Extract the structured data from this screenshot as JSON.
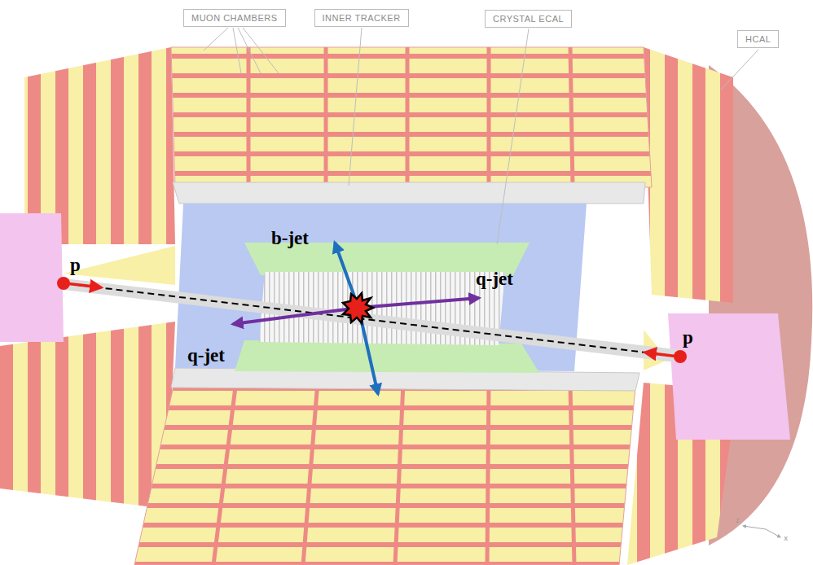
{
  "diagram": {
    "nodes": [
      {
        "text": [
          "MUON CHAMBERS"
        ]
      },
      {
        "text": [
          "INNER TRACKER"
        ]
      },
      {
        "text": [
          "CRYSTAL ECAL"
        ]
      },
      {
        "text": [
          "HCAL"
        ]
      }
    ],
    "labels": [
      "b-jet",
      "p",
      "q-jet",
      "q-jet",
      "p",
      "z",
      "x"
    ]
  }
}
